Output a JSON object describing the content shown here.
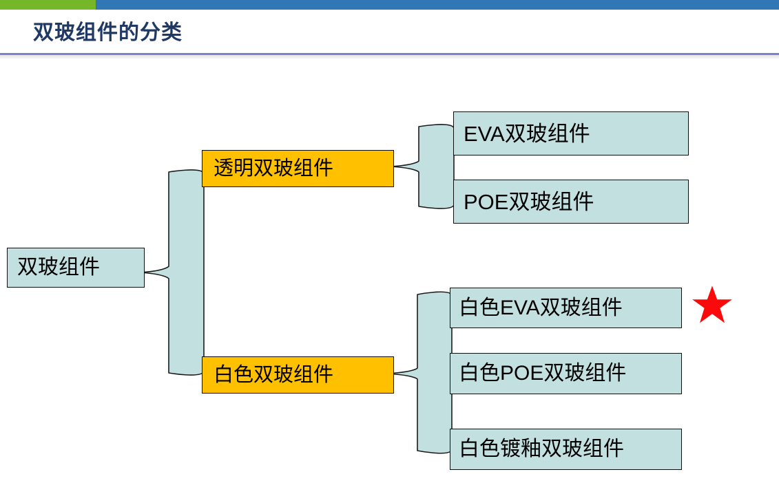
{
  "slide": {
    "title": "双玻组件的分类",
    "accent_green": "#76b72a",
    "accent_blue": "#3277b5",
    "rule_color": "#7b7fd0",
    "title_color": "#1f3864"
  },
  "diagram": {
    "type": "tree",
    "node_fill_blue": "#c3e0e0",
    "node_fill_amber": "#ffc000",
    "connector_fill": "#c3e0e0",
    "connector_stroke": "#1a1a1a",
    "root": {
      "label": "双玻组件"
    },
    "branches": [
      {
        "label": "透明双玻组件",
        "children": [
          {
            "label": "EVA双玻组件",
            "marked": false
          },
          {
            "label": "POE双玻组件",
            "marked": false
          }
        ]
      },
      {
        "label": "白色双玻组件",
        "children": [
          {
            "label": "白色EVA双玻组件",
            "marked": true
          },
          {
            "label": "白色POE双玻组件",
            "marked": false
          },
          {
            "label": "白色镀釉双玻组件",
            "marked": false
          }
        ]
      }
    ],
    "marker": {
      "shape": "star",
      "color": "#fa0a0a",
      "name": "highlight-star"
    }
  }
}
